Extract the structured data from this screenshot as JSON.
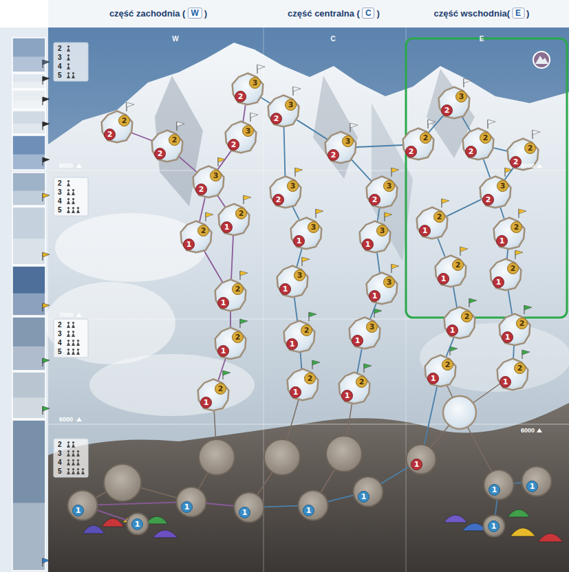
{
  "diagram": {
    "nodes": [
      {
        "text": [
          "2",
          "3"
        ]
      },
      {
        "text": [
          "2",
          "2"
        ]
      },
      {
        "text": [
          "2",
          "2"
        ]
      },
      {
        "text": [
          "2",
          "3"
        ]
      },
      {
        "text": [
          "2",
          "3"
        ]
      },
      {
        "text": [
          "1",
          "2"
        ]
      },
      {
        "text": [
          "1",
          "2"
        ]
      },
      {
        "text": [
          "1",
          "2"
        ]
      },
      {
        "text": [
          "1",
          "2"
        ]
      },
      {
        "text": [
          "1",
          "2"
        ]
      },
      {
        "text": [
          "2",
          "3"
        ]
      },
      {
        "text": [
          "2",
          "3"
        ]
      },
      {
        "text": [
          "2",
          "3"
        ]
      },
      {
        "text": [
          "2",
          "3"
        ]
      },
      {
        "text": [
          "1",
          "3"
        ]
      },
      {
        "text": [
          "1",
          "3"
        ]
      },
      {
        "text": [
          "1",
          "3"
        ]
      },
      {
        "text": [
          "1",
          "3"
        ]
      },
      {
        "text": [
          "1",
          "2"
        ]
      },
      {
        "text": [
          "1",
          "3"
        ]
      },
      {
        "text": [
          "1",
          "2"
        ]
      },
      {
        "text": [
          "1",
          "2"
        ]
      },
      {
        "text": [
          "2",
          "3"
        ]
      },
      {
        "text": [
          "2",
          "2"
        ]
      },
      {
        "text": [
          "2",
          "2"
        ]
      },
      {
        "text": [
          "2",
          "2"
        ]
      },
      {
        "text": [
          "2",
          "3"
        ]
      },
      {
        "text": [
          "1",
          "2"
        ]
      },
      {
        "text": [
          "1",
          "2"
        ]
      },
      {
        "text": [
          "1",
          "2"
        ]
      },
      {
        "text": [
          "1",
          "2"
        ]
      },
      {
        "text": [
          "1",
          "2"
        ]
      },
      {
        "text": [
          "1",
          "2"
        ]
      },
      {
        "text": [
          "1",
          "2"
        ]
      },
      {
        "text": [
          "1",
          "2"
        ]
      },
      {
        "text": [
          "1"
        ]
      },
      {
        "text": [
          "1"
        ]
      },
      {
        "text": [
          "1"
        ]
      },
      {
        "text": [
          "1"
        ]
      },
      {
        "text": [
          "1"
        ]
      },
      {
        "text": [
          "1"
        ]
      },
      {
        "text": [
          "1"
        ]
      },
      {
        "text": [
          "1"
        ]
      },
      {
        "text": [
          "1"
        ]
      },
      {
        "text": [
          "1"
        ]
      }
    ],
    "edges": [
      {
        "from": 0,
        "to": 3,
        "arrow": "none"
      },
      {
        "from": 1,
        "to": 2,
        "arrow": "none"
      },
      {
        "from": 2,
        "to": 4,
        "arrow": "none"
      },
      {
        "from": 3,
        "to": 4,
        "arrow": "none"
      },
      {
        "from": 4,
        "to": 5,
        "arrow": "none"
      },
      {
        "from": 4,
        "to": 6,
        "arrow": "none"
      },
      {
        "from": 5,
        "to": 7,
        "arrow": "none"
      },
      {
        "from": 6,
        "to": 7,
        "arrow": "none"
      },
      {
        "from": 7,
        "to": 8,
        "arrow": "none"
      },
      {
        "from": 8,
        "to": 9,
        "arrow": "none"
      },
      {
        "from": 0,
        "to": 10,
        "arrow": "none"
      },
      {
        "from": 10,
        "to": 11,
        "arrow": "none"
      },
      {
        "from": 10,
        "to": 12,
        "arrow": "none"
      },
      {
        "from": 11,
        "to": 13,
        "arrow": "none"
      },
      {
        "from": 12,
        "to": 14,
        "arrow": "none"
      },
      {
        "from": 13,
        "to": 15,
        "arrow": "none"
      },
      {
        "from": 14,
        "to": 16,
        "arrow": "none"
      },
      {
        "from": 15,
        "to": 17,
        "arrow": "none"
      },
      {
        "from": 16,
        "to": 18,
        "arrow": "none"
      },
      {
        "from": 17,
        "to": 19,
        "arrow": "none"
      },
      {
        "from": 18,
        "to": 20,
        "arrow": "none"
      },
      {
        "from": 19,
        "to": 21,
        "arrow": "none"
      },
      {
        "from": 11,
        "to": 23,
        "arrow": "none"
      },
      {
        "from": 22,
        "to": 23,
        "arrow": "none"
      },
      {
        "from": 22,
        "to": 24,
        "arrow": "none"
      },
      {
        "from": 24,
        "to": 25,
        "arrow": "none"
      },
      {
        "from": 24,
        "to": 26,
        "arrow": "none"
      },
      {
        "from": 25,
        "to": 26,
        "arrow": "none"
      },
      {
        "from": 26,
        "to": 27,
        "arrow": "none"
      },
      {
        "from": 26,
        "to": 28,
        "arrow": "none"
      },
      {
        "from": 27,
        "to": 29,
        "arrow": "none"
      },
      {
        "from": 28,
        "to": 30,
        "arrow": "none"
      },
      {
        "from": 29,
        "to": 31,
        "arrow": "none"
      },
      {
        "from": 30,
        "to": 32,
        "arrow": "none"
      },
      {
        "from": 31,
        "to": 33,
        "arrow": "none"
      },
      {
        "from": 32,
        "to": 34,
        "arrow": "none"
      },
      {
        "from": 33,
        "to": 35,
        "arrow": "none"
      },
      {
        "from": 35,
        "to": 41,
        "arrow": "none"
      },
      {
        "from": 36,
        "to": 37,
        "arrow": "none"
      },
      {
        "from": 36,
        "to": 38,
        "arrow": "none"
      },
      {
        "from": 38,
        "to": 39,
        "arrow": "none"
      },
      {
        "from": 39,
        "to": 40,
        "arrow": "none"
      },
      {
        "from": 40,
        "to": 41,
        "arrow": "none"
      },
      {
        "from": 42,
        "to": 43,
        "arrow": "none"
      },
      {
        "from": 42,
        "to": 44,
        "arrow": "none"
      }
    ],
    "labels": [
      "część zachodnia (",
      "W",
      ")",
      "część centralna (",
      "C",
      ")",
      "część wschodnia(",
      "E",
      ")",
      "W",
      "C",
      "E",
      "8000",
      "7000",
      "6000",
      "8000",
      "6000",
      "2",
      "3",
      "4",
      "5",
      "2",
      "3",
      "4",
      "5",
      "2",
      "3",
      "4",
      "5",
      "2",
      "3",
      "4",
      "5"
    ]
  }
}
